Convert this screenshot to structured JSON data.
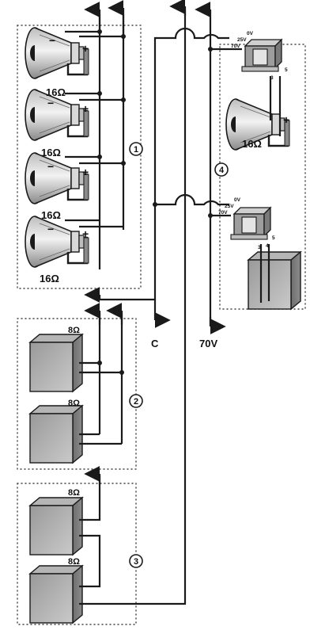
{
  "speaker_impedance": "16Ω",
  "cabinet_impedance": "8Ω",
  "groups": [
    "1",
    "2",
    "3",
    "4"
  ],
  "outputs": {
    "common": "C",
    "line": "70V"
  },
  "transformer_taps": {
    "t0": "0V",
    "t25": "25V",
    "t70": "70V",
    "s3": "3",
    "s4": "4",
    "s5": "5"
  },
  "polarity": {
    "plus": "+",
    "minus": "−"
  }
}
